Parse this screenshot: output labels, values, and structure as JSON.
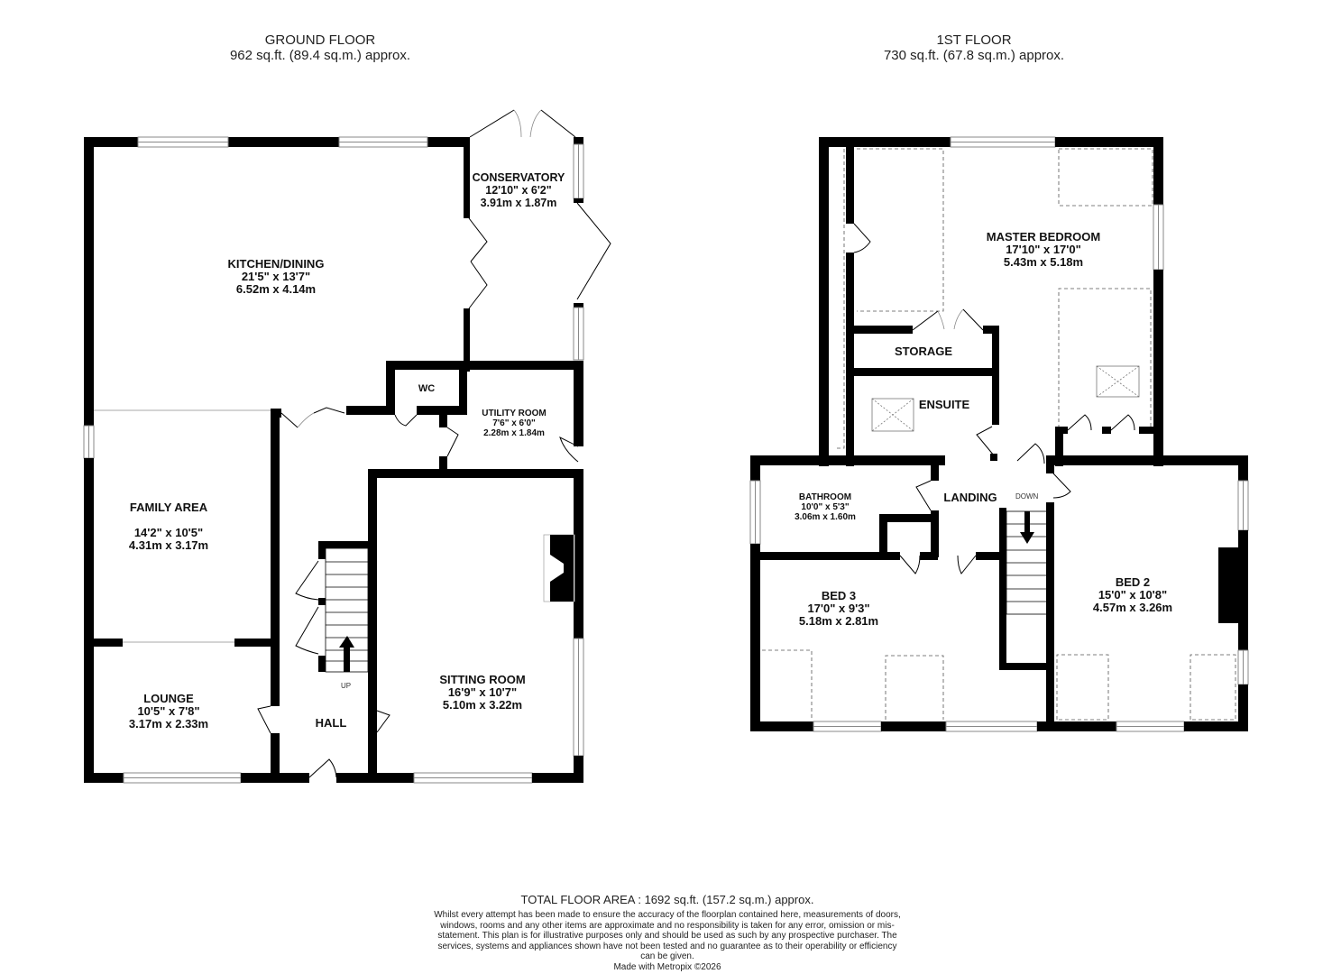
{
  "ground_floor": {
    "title": "GROUND FLOOR",
    "area": "962 sq.ft. (89.4 sq.m.) approx.",
    "rooms": [
      {
        "name": "KITCHEN/DINING",
        "imperial": "21'5\"  x 13'7\"",
        "metric": "6.52m  x 4.14m"
      },
      {
        "name": "CONSERVATORY",
        "imperial": "12'10\"  x 6'2\"",
        "metric": "3.91m  x 1.87m"
      },
      {
        "name": "WC"
      },
      {
        "name": "UTILITY ROOM",
        "imperial": "7'6\"  x 6'0\"",
        "metric": "2.28m  x 1.84m"
      },
      {
        "name": "FAMILY AREA",
        "imperial": "14'2\"  x 10'5\"",
        "metric": "4.31m  x 3.17m"
      },
      {
        "name": "LOUNGE",
        "imperial": "10'5\"  x 7'8\"",
        "metric": "3.17m  x 2.33m"
      },
      {
        "name": "HALL"
      },
      {
        "name": "SITTING ROOM",
        "imperial": "16'9\"  x 10'7\"",
        "metric": "5.10m  x 3.22m"
      }
    ],
    "stairs_label": "UP"
  },
  "first_floor": {
    "title": "1ST FLOOR",
    "area": "730 sq.ft. (67.8 sq.m.) approx.",
    "rooms": [
      {
        "name": "MASTER BEDROOM",
        "imperial": "17'10\"  x 17'0\"",
        "metric": "5.43m  x 5.18m"
      },
      {
        "name": "STORAGE"
      },
      {
        "name": "ENSUITE"
      },
      {
        "name": "BATHROOM",
        "imperial": "10'0\"  x 5'3\"",
        "metric": "3.06m  x 1.60m"
      },
      {
        "name": "LANDING"
      },
      {
        "name": "BED 3",
        "imperial": "17'0\"  x 9'3\"",
        "metric": "5.18m  x 2.81m"
      },
      {
        "name": "BED 2",
        "imperial": "15'0\"  x 10'8\"",
        "metric": "4.57m  x 3.26m"
      }
    ],
    "stairs_label": "DOWN"
  },
  "footer": {
    "total": "TOTAL FLOOR AREA : 1692 sq.ft. (157.2 sq.m.) approx.",
    "disclaimer": "Whilst every attempt has been made to ensure the accuracy of the floorplan contained here, measurements of doors, windows, rooms and any other items are approximate and no responsibility is taken for any error, omission or mis-statement. This plan is for illustrative purposes only and should be used as such by any prospective purchaser. The services, systems and appliances shown have not been tested and no guarantee as to their operability or efficiency can be given.",
    "made_with": "Made with Metropix ©2026"
  },
  "colors": {
    "wall": "#000000",
    "background": "#ffffff",
    "window": "#999999"
  }
}
